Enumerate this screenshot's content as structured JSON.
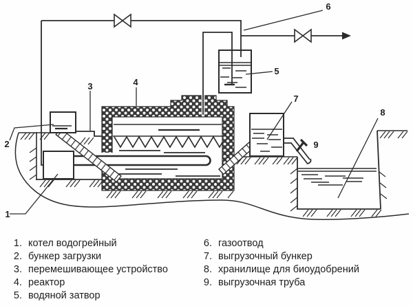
{
  "colors": {
    "ink": "#2b2b2b",
    "background": "#fefefe"
  },
  "callouts": {
    "c1": "1",
    "c2": "2",
    "c3": "3",
    "c4": "4",
    "c5": "5",
    "c6": "6",
    "c7": "7",
    "c8": "8",
    "c9": "9"
  },
  "legend": {
    "left": [
      {
        "num": "1.",
        "text": "котел водогрейный"
      },
      {
        "num": "2.",
        "text": "бункер загрузки"
      },
      {
        "num": "3.",
        "text": "перемешивающее устройство"
      },
      {
        "num": "4.",
        "text": "реактор"
      },
      {
        "num": "5.",
        "text": "водяной затвор"
      }
    ],
    "right": [
      {
        "num": "6.",
        "text": "газоотвод"
      },
      {
        "num": "7.",
        "text": "выгрузочный бункер"
      },
      {
        "num": "8.",
        "text": "хранилище для биоудобрений"
      },
      {
        "num": "9.",
        "text": "выгрузочная труба"
      }
    ]
  }
}
